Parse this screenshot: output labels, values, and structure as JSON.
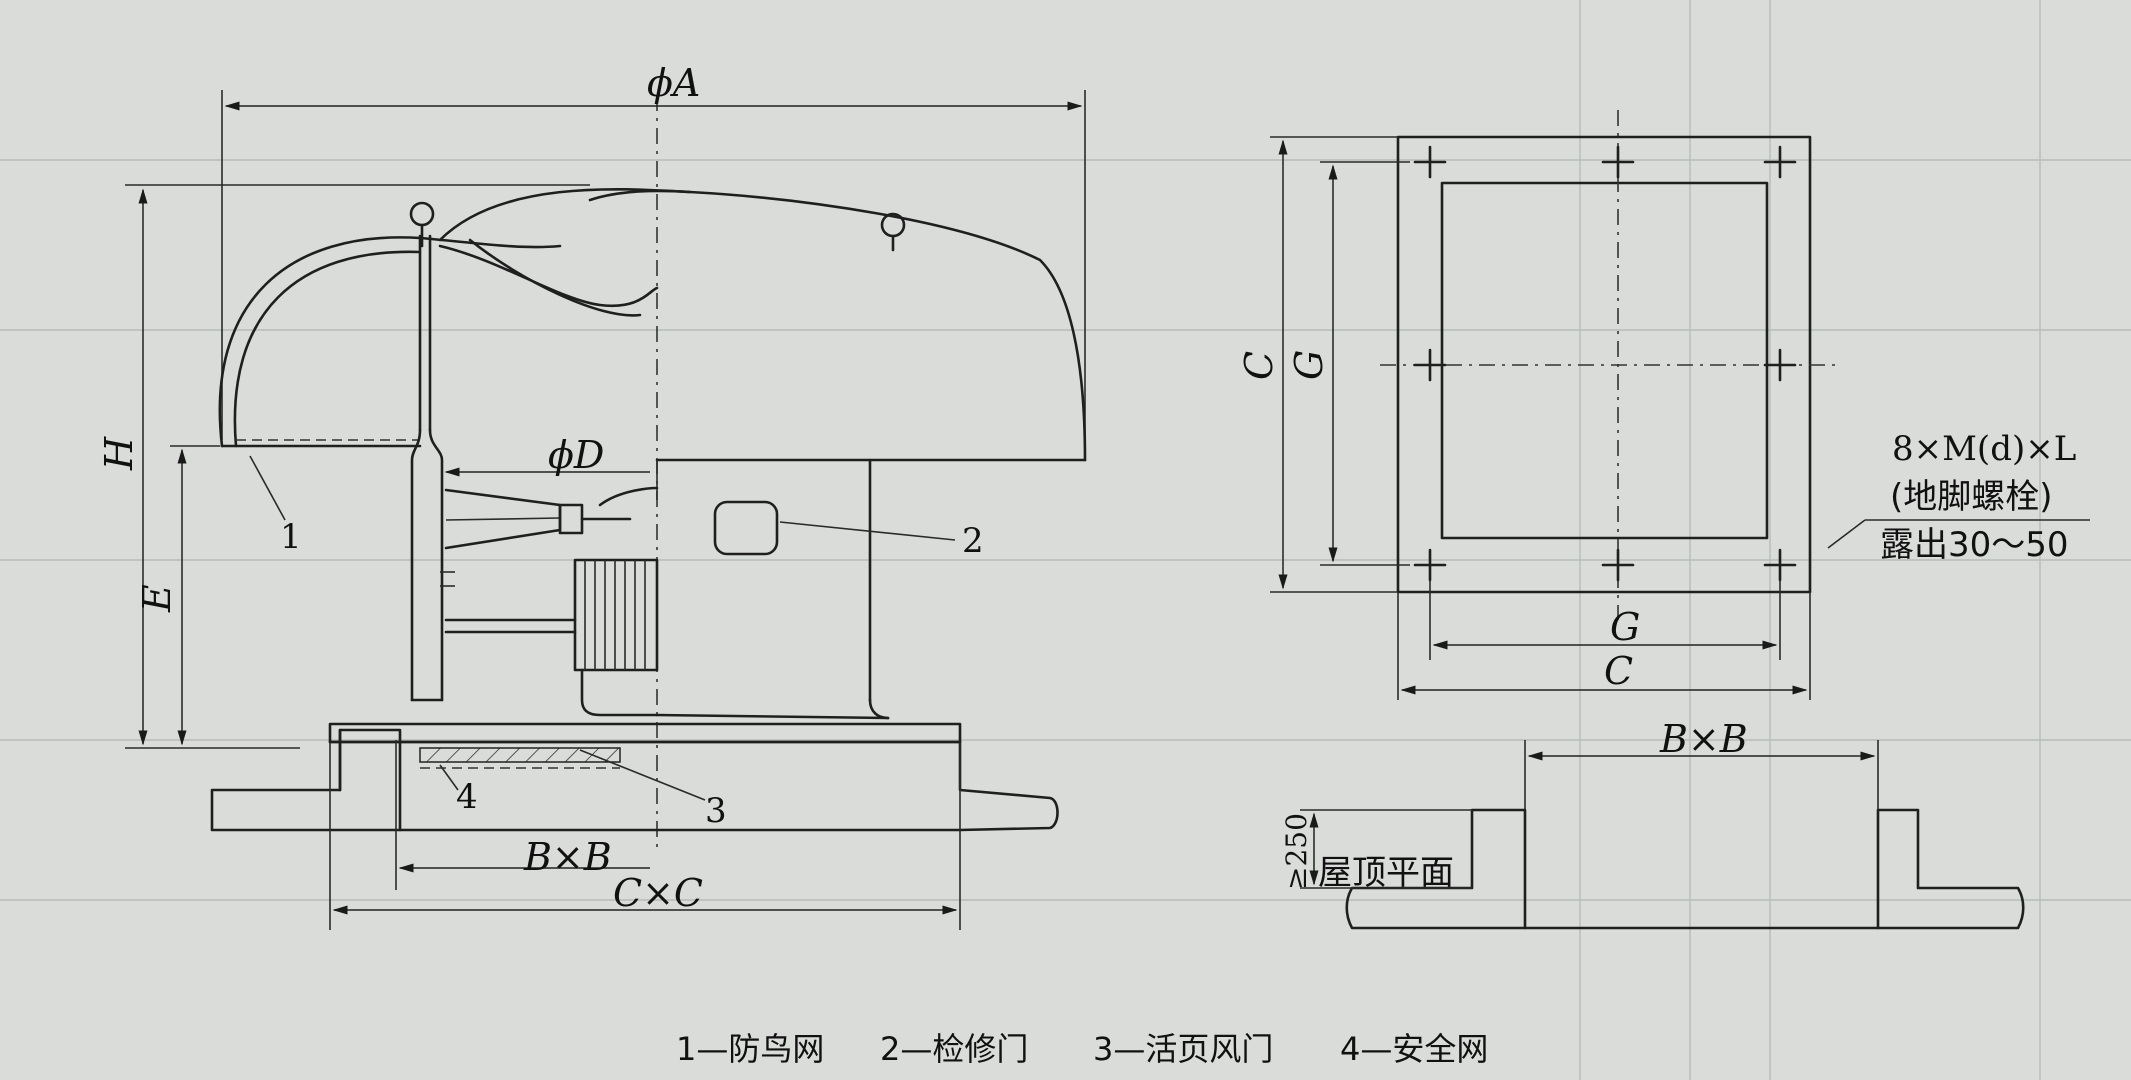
{
  "left_view": {
    "dims": {
      "phi_a": "ϕA",
      "phi_d": "ϕD",
      "h": "H",
      "e": "E",
      "bxb": "B×B",
      "cxc": "C×C"
    },
    "callouts": {
      "c1": "1",
      "c2": "2",
      "c3": "3",
      "c4": "4"
    }
  },
  "right_view": {
    "dims": {
      "c_vert": "C",
      "g_vert": "G",
      "g_horz": "G",
      "c_horz": "C",
      "bxb": "B×B",
      "height_min": "≥250"
    },
    "bolt_note": {
      "line1": "8×M(d)×L",
      "line2": "(地脚螺栓)",
      "line3": "露出30～50"
    },
    "roof_label": "屋顶平面"
  },
  "caption": {
    "item1": "1—防鸟网",
    "item2": "2—检修门",
    "item3": "3—活页风门",
    "item4": "4—安全网"
  }
}
